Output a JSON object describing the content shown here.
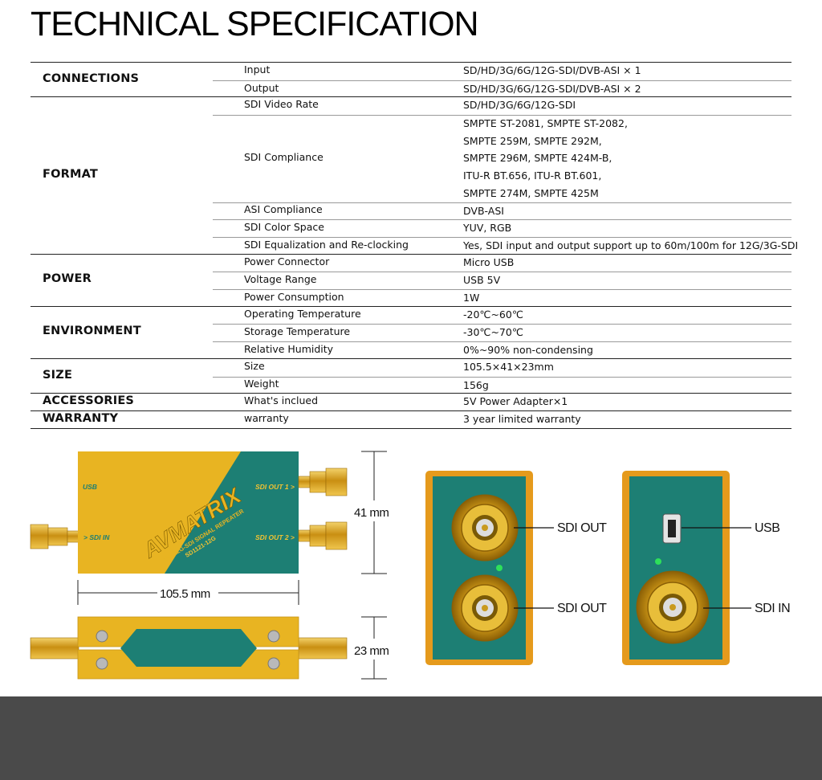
{
  "title": "TECHNICAL SPECIFICATION",
  "sections": [
    {
      "label": "CONNECTIONS",
      "rows": [
        {
          "name": "Input",
          "value": [
            "SD/HD/3G/6G/12G-SDI/DVB-ASI × 1"
          ]
        },
        {
          "name": "Output",
          "value": [
            "SD/HD/3G/6G/12G-SDI/DVB-ASI × 2"
          ]
        }
      ]
    },
    {
      "label": "FORMAT",
      "rows": [
        {
          "name": "SDI Video Rate",
          "value": [
            "SD/HD/3G/6G/12G-SDI"
          ]
        },
        {
          "name": "SDI Compliance",
          "value": [
            "SMPTE ST-2081, SMPTE ST-2082,",
            "SMPTE 259M, SMPTE 292M,",
            "SMPTE 296M, SMPTE 424M-B,",
            "ITU-R BT.656, ITU-R BT.601,",
            "SMPTE 274M, SMPTE 425M"
          ]
        },
        {
          "name": "ASI Compliance",
          "value": [
            "DVB-ASI"
          ]
        },
        {
          "name": "SDI Color Space",
          "value": [
            "YUV, RGB"
          ]
        },
        {
          "name": "SDI Equalization and Re-clocking",
          "value": [
            "Yes, SDI input and output support up to 60m/100m for 12G/3G-SDI"
          ]
        }
      ]
    },
    {
      "label": "POWER",
      "rows": [
        {
          "name": "Power Connector",
          "value": [
            "Micro USB"
          ]
        },
        {
          "name": "Voltage Range",
          "value": [
            "USB 5V"
          ]
        },
        {
          "name": "Power Consumption",
          "value": [
            "1W"
          ]
        }
      ]
    },
    {
      "label": "ENVIRONMENT",
      "rows": [
        {
          "name": "Operating Temperature",
          "value": [
            "-20℃~60℃"
          ]
        },
        {
          "name": "Storage Temperature",
          "value": [
            "-30℃~70℃"
          ]
        },
        {
          "name": "Relative Humidity",
          "value": [
            "0%~90% non-condensing"
          ]
        }
      ]
    },
    {
      "label": "SIZE",
      "rows": [
        {
          "name": "Size",
          "value": [
            "105.5×41×23mm"
          ]
        },
        {
          "name": "Weight",
          "value": [
            "156g"
          ]
        }
      ]
    },
    {
      "label": "ACCESSORIES",
      "rows": [
        {
          "name": "What's inclued",
          "value": [
            "5V Power Adapter×1"
          ]
        }
      ]
    },
    {
      "label": "WARRANTY",
      "rows": [
        {
          "name": "warranty",
          "value": [
            "3 year limited warranty"
          ]
        }
      ]
    }
  ],
  "diagram": {
    "brand": "AVMATRIX",
    "model_line": "1×2 12G-SDI SIGNAL REPEATER",
    "model": "SD1121-12G",
    "port_usb": "USB",
    "port_sdi_in": "SDI IN",
    "port_sdi_out1": "SDI OUT 1",
    "port_sdi_out2": "SDI OUT 2",
    "dim_length": "105.5 mm",
    "dim_height": "41 mm",
    "dim_depth": "23 mm",
    "callout_sdi_out_a": "SDI OUT",
    "callout_sdi_out_b": "SDI OUT",
    "callout_usb": "USB",
    "callout_sdi_in": "SDI IN",
    "colors": {
      "yellow": "#e8b422",
      "teal": "#1d7f74",
      "orange": "#e59a1c",
      "gold": "#d9a21b"
    }
  }
}
